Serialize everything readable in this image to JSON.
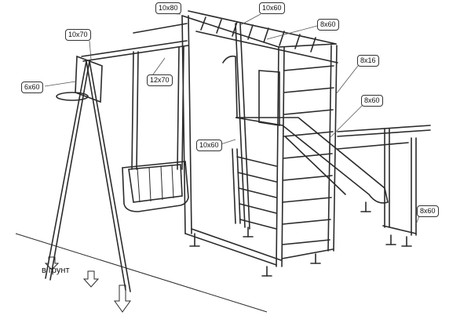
{
  "labels": {
    "top_bar_left": "10x80",
    "top_bar_right": "10x60",
    "side_rail_top": "8x60",
    "crossbar_left": "10x70",
    "post_left": "6x60",
    "swing_hanger": "12x70",
    "ladder_rungs": "8x16",
    "ladder_frame": "8x60",
    "ladder_side": "10x60",
    "bar_right": "8x60"
  },
  "ground_note": "в грунт"
}
